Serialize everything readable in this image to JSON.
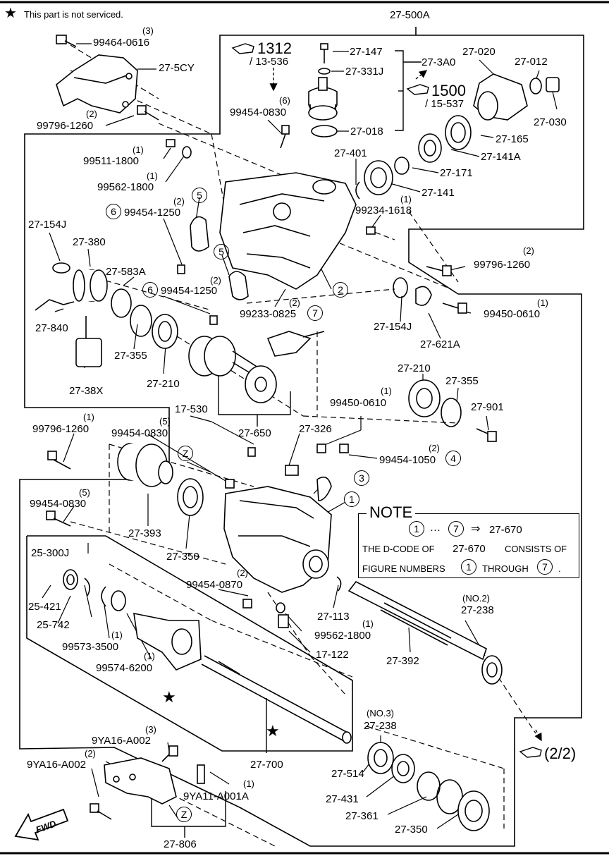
{
  "header": {
    "star_glyph": "★",
    "star_note": "This part is not serviced."
  },
  "groups": {
    "g500a": "27-500A",
    "g3a0": "27-3A0",
    "g806": "27-806",
    "g700": "27-700",
    "g650": "27-650"
  },
  "refs": {
    "r1312": "1312",
    "r1312_sub": "/ 13-536",
    "r1500": "1500",
    "r1500_sub": "/ 15-537",
    "r22": "(2/2)"
  },
  "parts": {
    "p_99464_0616": "99464-0616",
    "q_99464_0616": "(3)",
    "p_27_5cy": "27-5CY",
    "p_99796_1260a": "99796-1260",
    "q_99796_1260a": "(2)",
    "p_27_147": "27-147",
    "p_27_331j": "27-331J",
    "p_27_018": "27-018",
    "p_27_020": "27-020",
    "p_27_012": "27-012",
    "p_27_030": "27-030",
    "p_27_165": "27-165",
    "p_27_141a": "27-141A",
    "p_27_171": "27-171",
    "p_27_141": "27-141",
    "p_27_401": "27-401",
    "p_99454_0830a": "99454-0830",
    "q_99454_0830a": "(6)",
    "p_99511_1800": "99511-1800",
    "q_99511_1800": "(1)",
    "p_99562_1800a": "99562-1800",
    "q_99562_1800a": "(1)",
    "p_99234_1618": "99234-1618",
    "q_99234_1618": "(1)",
    "p_99454_1250a": "99454-1250",
    "q_99454_1250a": "(2)",
    "p_99454_1250b": "99454-1250",
    "q_99454_1250b": "(2)",
    "p_27_154j_l": "27-154J",
    "p_27_380": "27-380",
    "p_27_583a": "27-583A",
    "p_99796_1260b": "99796-1260",
    "q_99796_1260b": "(2)",
    "p_99233_0825": "99233-0825",
    "q_99233_0825": "(2)",
    "p_99450_0610a": "99450-0610",
    "q_99450_0610a": "(1)",
    "p_27_840": "27-840",
    "p_27_355_l": "27-355",
    "p_27_154j_r": "27-154J",
    "p_27_621a": "27-621A",
    "p_27_210_l": "27-210",
    "p_27_38x": "27-38X",
    "p_27_210_r": "27-210",
    "p_27_355_r": "27-355",
    "p_27_901": "27-901",
    "p_99450_0610b": "99450-0610",
    "q_99450_0610b": "(1)",
    "p_17_530": "17-530",
    "p_99796_1260c": "99796-1260",
    "q_99796_1260c": "(1)",
    "p_99454_0830b": "99454-0830",
    "q_99454_0830b": "(5)",
    "p_27_326": "27-326",
    "p_99454_1050": "99454-1050",
    "q_99454_1050": "(2)",
    "p_27_393": "27-393",
    "p_27_350_top": "27-350",
    "p_99454_0830c": "99454-0830",
    "q_99454_0830c": "(5)",
    "p_25_300j": "25-300J",
    "p_99454_0870": "99454-0870",
    "q_99454_0870": "(2)",
    "p_25_421": "25-421",
    "p_25_742": "25-742",
    "p_99573_3500": "99573-3500",
    "q_99573_3500": "(1)",
    "p_99574_6200": "99574-6200",
    "q_99574_6200": "(1)",
    "p_27_113": "27-113",
    "p_99562_1800b": "99562-1800",
    "q_99562_1800b": "(1)",
    "p_17_122": "17-122",
    "p_27_392": "27-392",
    "p_27_238a": "27-238",
    "q_27_238a": "(NO.2)",
    "p_27_238b": "27-238",
    "q_27_238b": "(NO.3)",
    "p_9ya16_a002a": "9YA16-A002",
    "q_9ya16_a002a": "(3)",
    "p_9ya16_a002b": "9YA16-A002",
    "q_9ya16_a002b": "(2)",
    "p_9ya11_a001a": "9YA11-A001A",
    "q_9ya11_a001a": "(1)",
    "p_27_514": "27-514",
    "p_27_431": "27-431",
    "p_27_361": "27-361",
    "p_27_350_bot": "27-350"
  },
  "callouts": {
    "c1": "1",
    "c2": "2",
    "c3": "3",
    "c4": "4",
    "c5a": "5",
    "c5b": "5",
    "c6a": "6",
    "c6b": "6",
    "c7": "7",
    "cz1": "Z",
    "cz2": "Z"
  },
  "note": {
    "title": "NOTE",
    "from": "1",
    "dots": "···",
    "to": "7",
    "arrow": "⇒",
    "target": "27-670",
    "line2_a": "THE D-CODE OF",
    "line2_b": "27-670",
    "line2_c": "CONSISTS OF",
    "line3_a": "FIGURE NUMBERS",
    "line3_from": "1",
    "line3_b": "THROUGH",
    "line3_to": "7",
    "line3_end": "."
  },
  "fwd": "FWD"
}
